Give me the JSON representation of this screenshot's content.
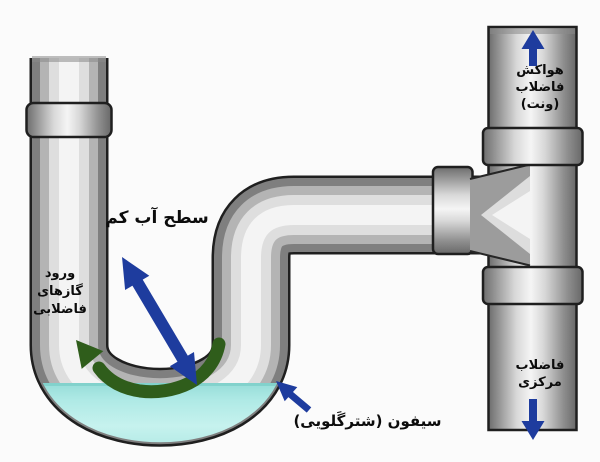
{
  "diagram": {
    "subject": "p-trap-siphon-plumbing-diagram",
    "labels": {
      "vent": "هواکش\nفاضلاب\n(ونت)",
      "low_water": "سطح آب کم",
      "gas_entry": "ورود\nگازهای\nفاضلابی",
      "main_sewer": "فاضلاب\nمرکزی",
      "siphon": "سیفون (شترگَلویی)"
    },
    "arrows": [
      {
        "name": "vent-up-arrow",
        "direction": "up",
        "color": "#1e3c9e"
      },
      {
        "name": "main-sewer-down-arrow",
        "direction": "down",
        "color": "#1e3c9e"
      },
      {
        "name": "water-level-double-arrow",
        "direction": "diagonal-double",
        "color": "#1e3c9e"
      },
      {
        "name": "siphon-pointer-arrow",
        "direction": "up-left",
        "color": "#1e3c9e"
      },
      {
        "name": "gas-flow-curved-arrow",
        "direction": "counter-clockwise",
        "color": "#2f5d1b"
      }
    ],
    "colors": {
      "background": "#fbfbfb",
      "water": "#aee8e4",
      "arrow_blue": "#1e3c9e",
      "arrow_green": "#2f5d1b",
      "pipe_outline": "#1f1f1f",
      "text": "#0c0c0c"
    }
  }
}
